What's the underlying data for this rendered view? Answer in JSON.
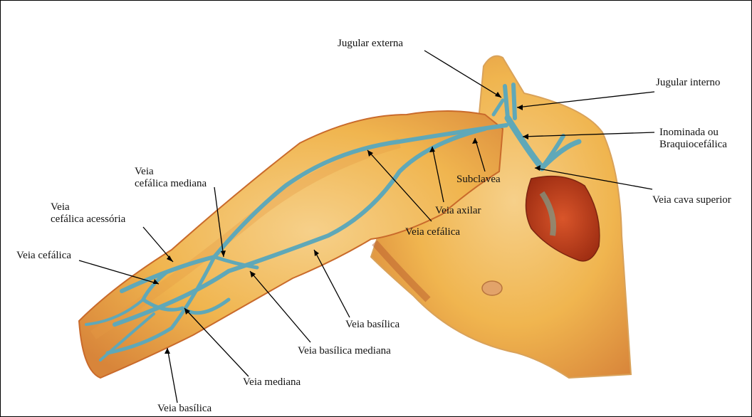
{
  "labels": {
    "jugular_externa": "Jugular externa",
    "jugular_interno": "Jugular interno",
    "inominada": [
      "Inominada ou",
      "Braquiocefálica"
    ],
    "veia_cava_superior": "Veia cava superior",
    "subclavea": "Subclavea",
    "veia_axilar": "Veia axilar",
    "veia_cefalica_upper": "Veia cefálica",
    "veia_cefalica_mediana": [
      "Veia",
      "cefálica mediana"
    ],
    "veia_cefalica_acessoria": [
      "Veia",
      "cefálica acessória"
    ],
    "veia_cefalica_left": "Veia cefálica",
    "veia_basilica_upper": "Veia basílica",
    "veia_basilica_mediana": "Veia basílica mediana",
    "veia_mediana": "Veia mediana",
    "veia_basilica_lower": "Veia basílica"
  },
  "colors": {
    "skin": "#f0b54f",
    "skin_shadow": "#c96a2b",
    "vein": "#5fa8b8",
    "heart": "#b83d1c",
    "leader": "#000000"
  }
}
